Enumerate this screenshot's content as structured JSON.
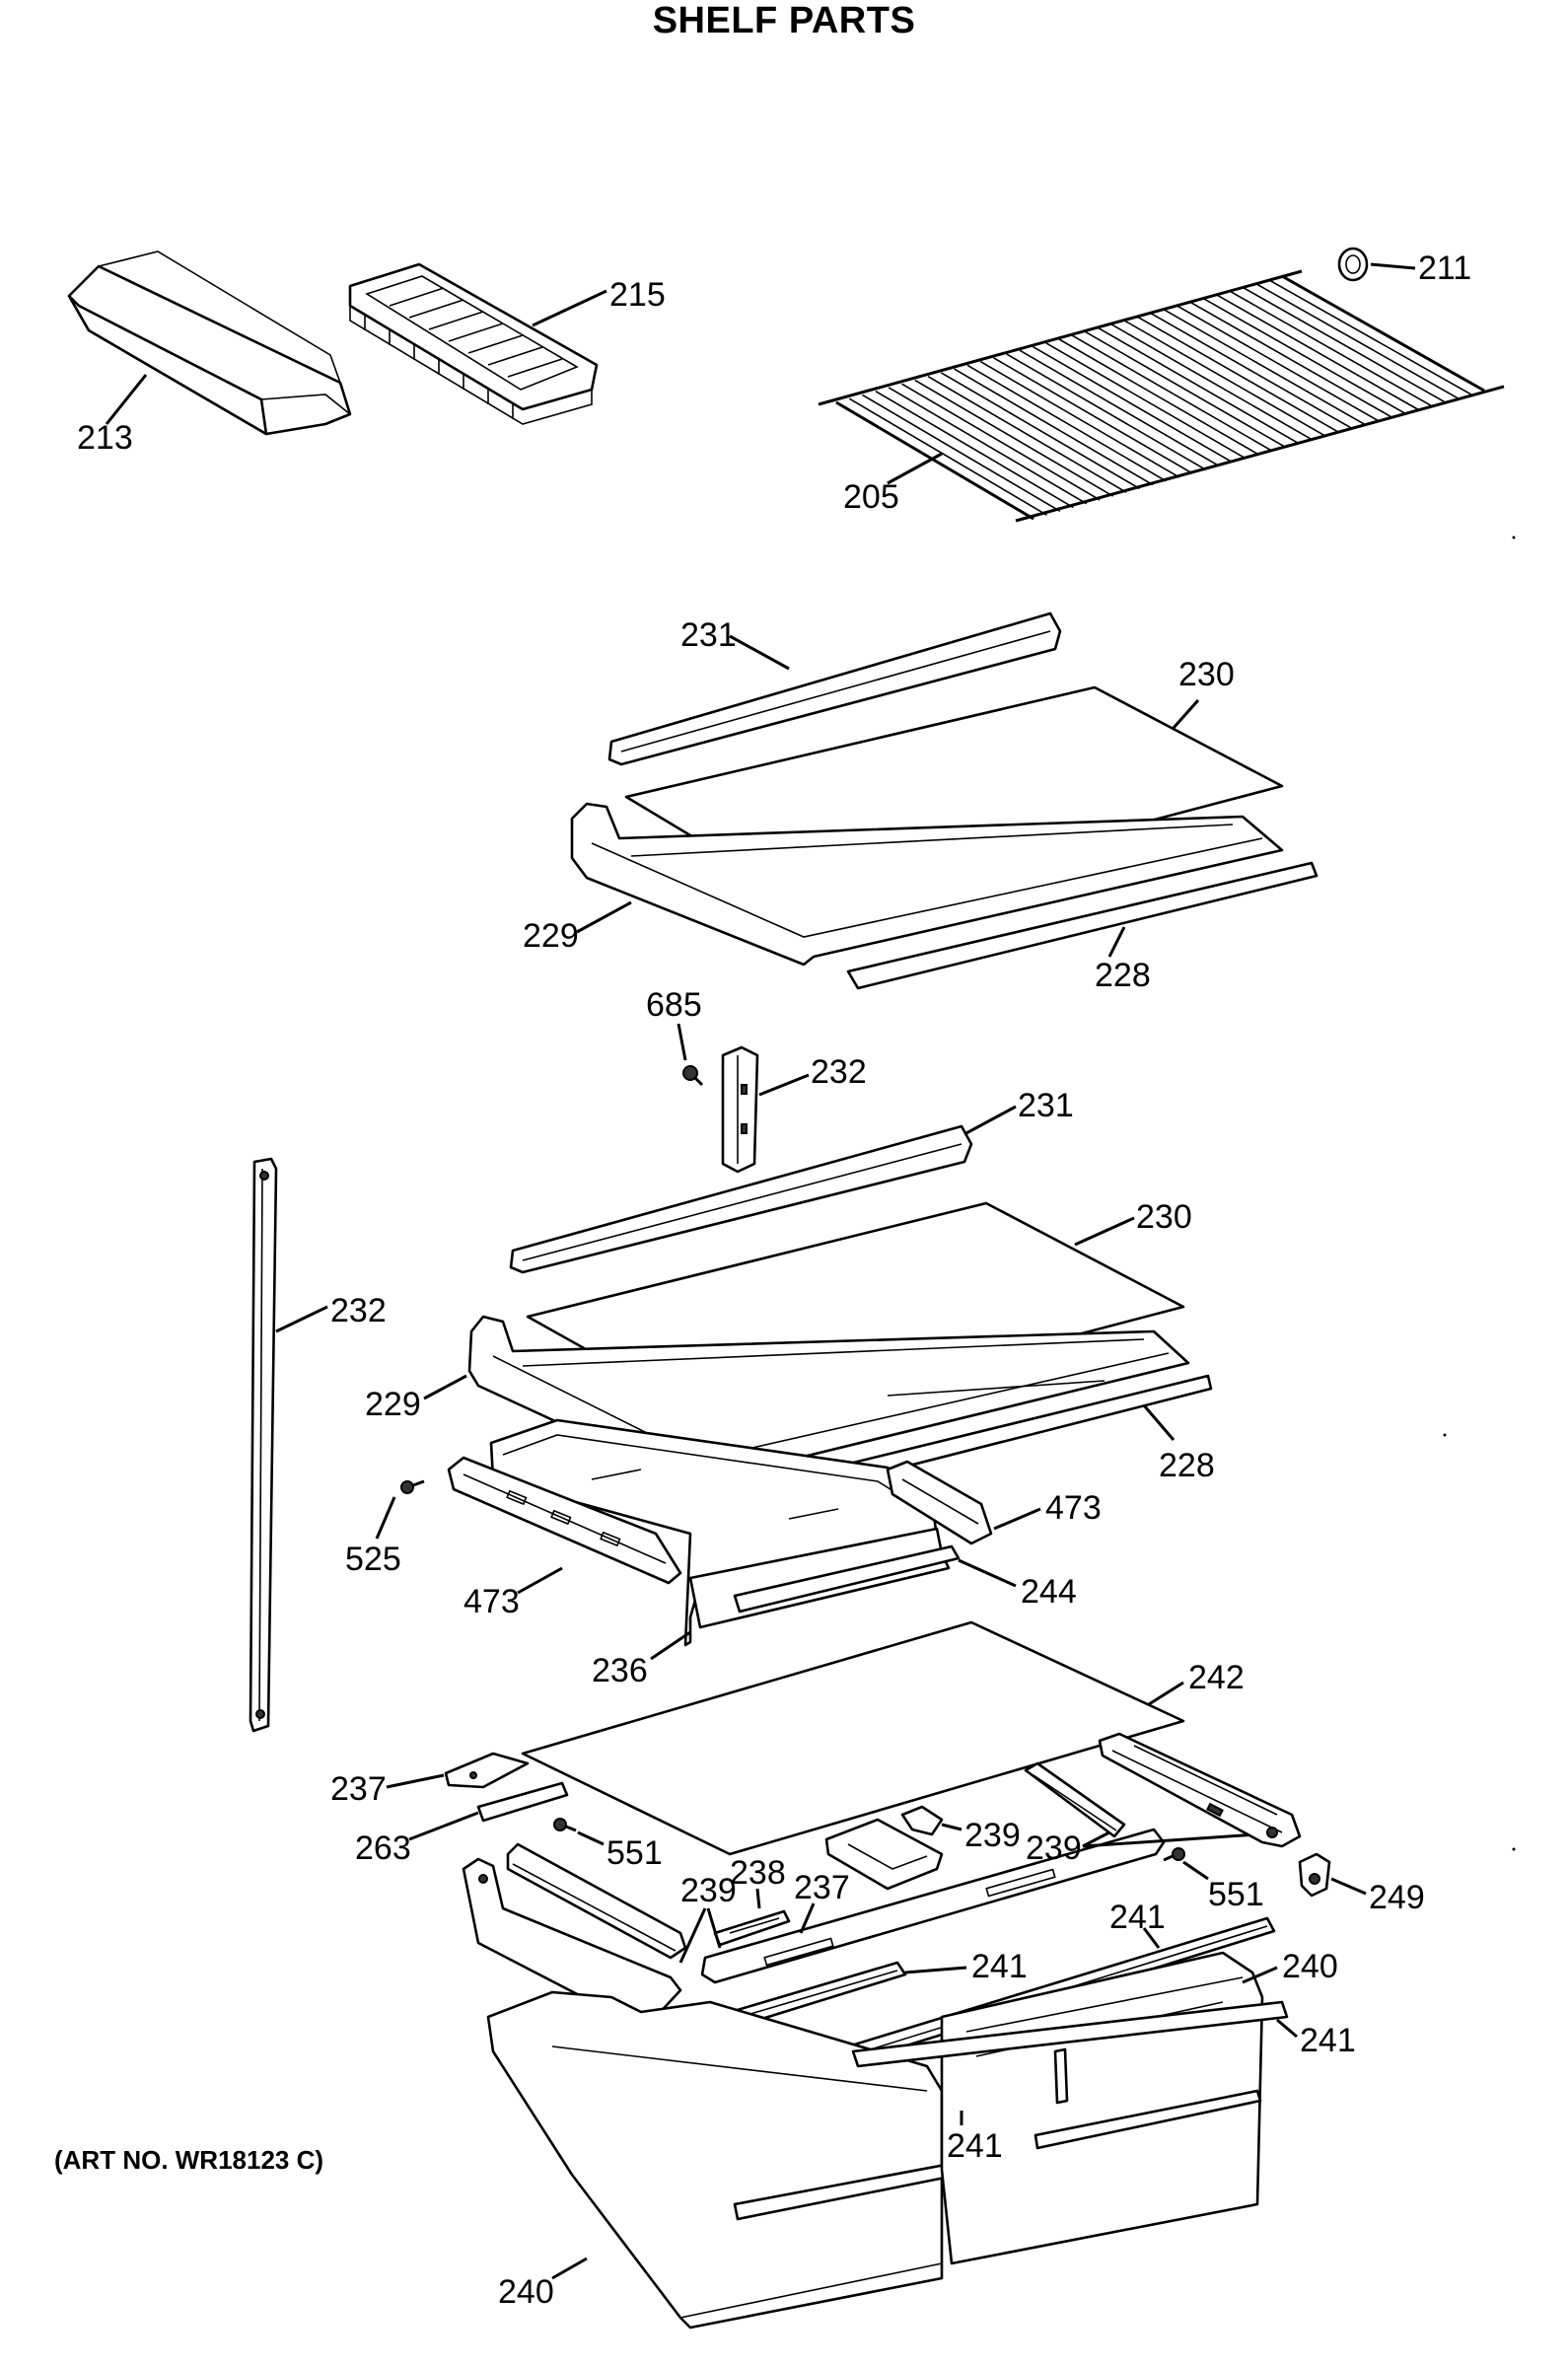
{
  "title": "SHELF PARTS",
  "art_number": "(ART NO. WR18123 C)",
  "labels": {
    "p211": "211",
    "p215": "215",
    "p213": "213",
    "p205": "205",
    "p231a": "231",
    "p230a": "230",
    "p229a": "229",
    "p228a": "228",
    "p685": "685",
    "p232a": "232",
    "p231b": "231",
    "p230b": "230",
    "p232b": "232",
    "p229b": "229",
    "p228b": "228",
    "p473a": "473",
    "p525": "525",
    "p473b": "473",
    "p244": "244",
    "p236": "236",
    "p242": "242",
    "p237a": "237",
    "p263": "263",
    "p551a": "551",
    "p239a": "239",
    "p239b": "239",
    "p249": "249",
    "p238": "238",
    "p237b": "237",
    "p239c": "239",
    "p551b": "551",
    "p241a": "241",
    "p241b": "241",
    "p240a": "240",
    "p241c": "241",
    "p241d": "241",
    "p240b": "240"
  }
}
